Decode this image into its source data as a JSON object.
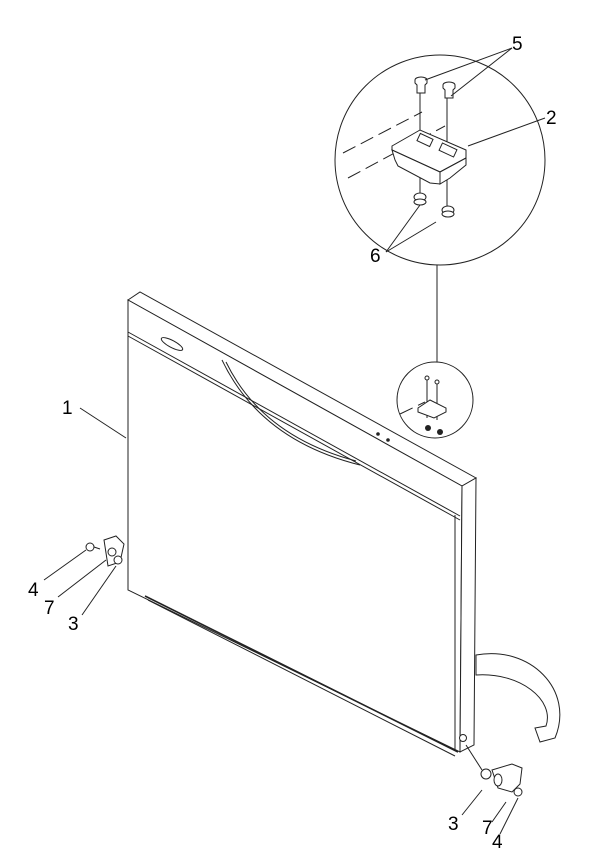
{
  "diagram": {
    "type": "exploded-parts-view",
    "callouts": {
      "door_panel": "1",
      "bracket": "2",
      "hinge_bushing_left": "3",
      "hinge_bushing_right": "3",
      "screw_left": "4",
      "screw_right": "4",
      "top_screws": "5",
      "nuts": "6",
      "hinge_plate_left": "7",
      "hinge_plate_right": "7"
    },
    "colors": {
      "line": "#222222",
      "background": "#ffffff"
    }
  }
}
